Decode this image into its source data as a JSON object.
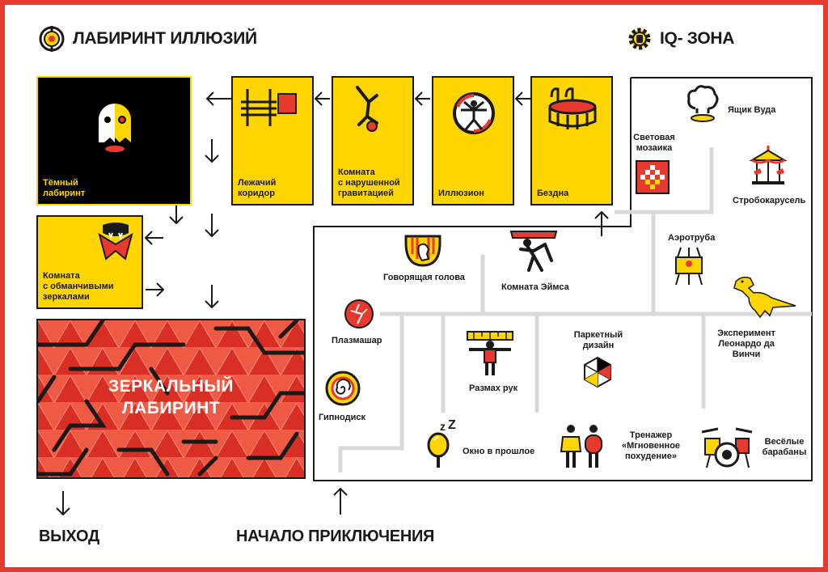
{
  "header": {
    "brand_title": "ЛАБИРИНТ ИЛЛЮЗИЙ",
    "zone_title": "IQ- ЗОНА",
    "brand_icon": "target-eye-icon",
    "zone_icon": "gear-hand-icon"
  },
  "colors": {
    "frame": "#e8392e",
    "yellow": "#ffd500",
    "red": "#e8392e",
    "black": "#1a1a1a",
    "path": "#d9d9d9"
  },
  "illusions": {
    "dark_labyrinth": {
      "label_1": "Тёмный",
      "label_2": "лабиринт",
      "icon": "ghost-icon"
    },
    "lying_corridor": {
      "label_1": "Лежачий",
      "label_2": "коридор",
      "icon": "tilted-chair-icon"
    },
    "gravity_room": {
      "label_1": "Комната",
      "label_2": "с нарушенной",
      "label_3": "гравитацией",
      "icon": "falling-man-icon"
    },
    "illusion": {
      "label_1": "Иллюзион",
      "icon": "vitruvian-man-icon"
    },
    "abyss": {
      "label_1": "Бездна",
      "icon": "pool-icon"
    },
    "mirror_room": {
      "label_1": "Комната",
      "label_2": "с обманчивыми",
      "label_3": "зеркалами",
      "icon": "vampire-icon"
    },
    "mirror_maze": {
      "title_1": "ЗЕРКАЛЬНЫЙ",
      "title_2": "ЛАБИРИНТ"
    }
  },
  "iq_zone": {
    "light_mosaic": {
      "label_1": "Световая",
      "label_2": "мозаика",
      "icon": "mosaic-icon"
    },
    "wood_box": {
      "label": "Ящик Вуда",
      "icon": "smoke-ring-icon"
    },
    "strobe_carousel": {
      "label": "Стробокарусель",
      "icon": "carousel-icon"
    },
    "aerotube": {
      "label": "Аэротруба",
      "icon": "aerotube-icon"
    },
    "talking_head": {
      "label": "Говорящая голова",
      "icon": "talking-head-icon"
    },
    "ames_room": {
      "label": "Комната Эймса",
      "icon": "ames-room-icon"
    },
    "plasma_ball": {
      "label": "Плазмашар",
      "icon": "plasma-ball-icon"
    },
    "arm_span": {
      "label": "Размах рук",
      "icon": "arm-span-icon"
    },
    "parquet": {
      "label_1": "Паркетный",
      "label_2": "дизайн",
      "icon": "parquet-icon"
    },
    "leonardo": {
      "label_1": "Эксперимент",
      "label_2": "Леонардо да",
      "label_3": "Винчи",
      "icon": "dinosaur-icon"
    },
    "hypnodisk": {
      "label": "Гипнодиск",
      "icon": "hypnodisk-icon"
    },
    "window_past": {
      "label": "Окно в прошлое",
      "icon": "mirror-zzz-icon"
    },
    "slimming": {
      "label_1": "Тренажер",
      "label_2": "«Мгновенное",
      "label_3": "похудение»",
      "icon": "slimming-figures-icon"
    },
    "drums": {
      "label_1": "Весёлые",
      "label_2": "барабаны",
      "icon": "drums-icon"
    }
  },
  "footer": {
    "exit": "ВЫХОД",
    "start": "НАЧАЛО ПРИКЛЮЧЕНИЯ"
  }
}
